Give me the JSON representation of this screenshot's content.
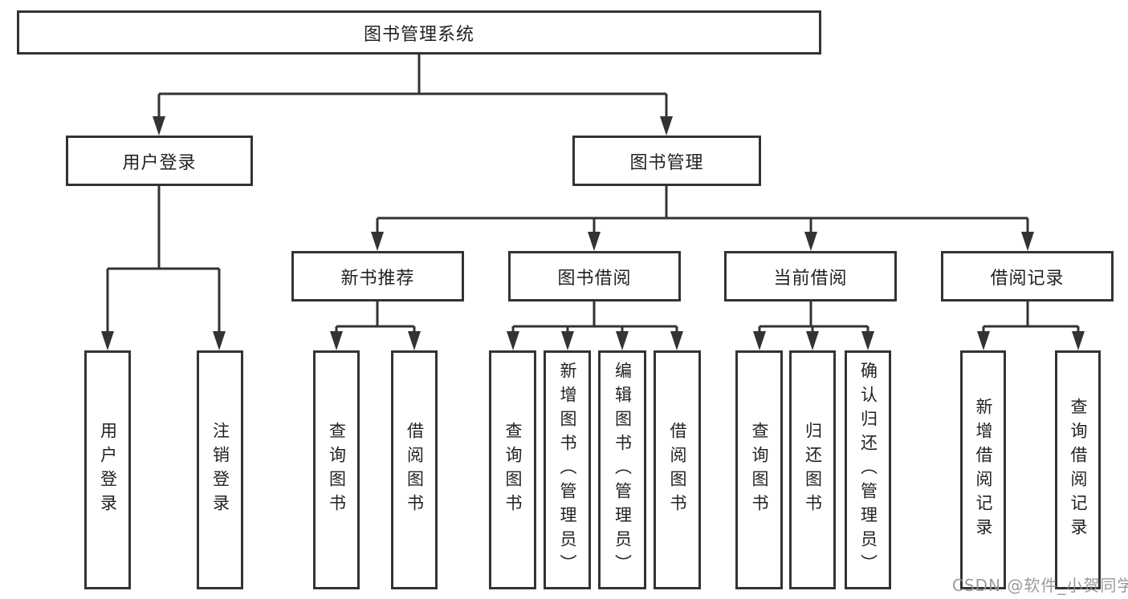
{
  "diagram": {
    "root": {
      "label": "图书管理系统"
    },
    "level1": [
      {
        "label": "用户登录"
      },
      {
        "label": "图书管理"
      }
    ],
    "level2": [
      {
        "label": "新书推荐"
      },
      {
        "label": "图书借阅"
      },
      {
        "label": "当前借阅"
      },
      {
        "label": "借阅记录"
      }
    ],
    "leaves": {
      "user_login": [
        {
          "label": "用户登录"
        },
        {
          "label": "注销登录"
        }
      ],
      "new_book": [
        {
          "label": "查询图书"
        },
        {
          "label": "借阅图书"
        }
      ],
      "book_borrow": [
        {
          "label": "查询图书"
        },
        {
          "label": "新增图书（管理员）"
        },
        {
          "label": "编辑图书（管理员）"
        },
        {
          "label": "借阅图书"
        }
      ],
      "current_borrow": [
        {
          "label": "查询图书"
        },
        {
          "label": "归还图书"
        },
        {
          "label": "确认归还（管理员）"
        }
      ],
      "borrow_record": [
        {
          "label": "新增借阅记录"
        },
        {
          "label": "查询借阅记录"
        }
      ]
    }
  },
  "watermark": {
    "text": "CSDN @软件_小贺同学"
  },
  "colors": {
    "line": "#333333",
    "text": "#222222",
    "watermark": "#9c9c9c",
    "background": "#ffffff"
  }
}
